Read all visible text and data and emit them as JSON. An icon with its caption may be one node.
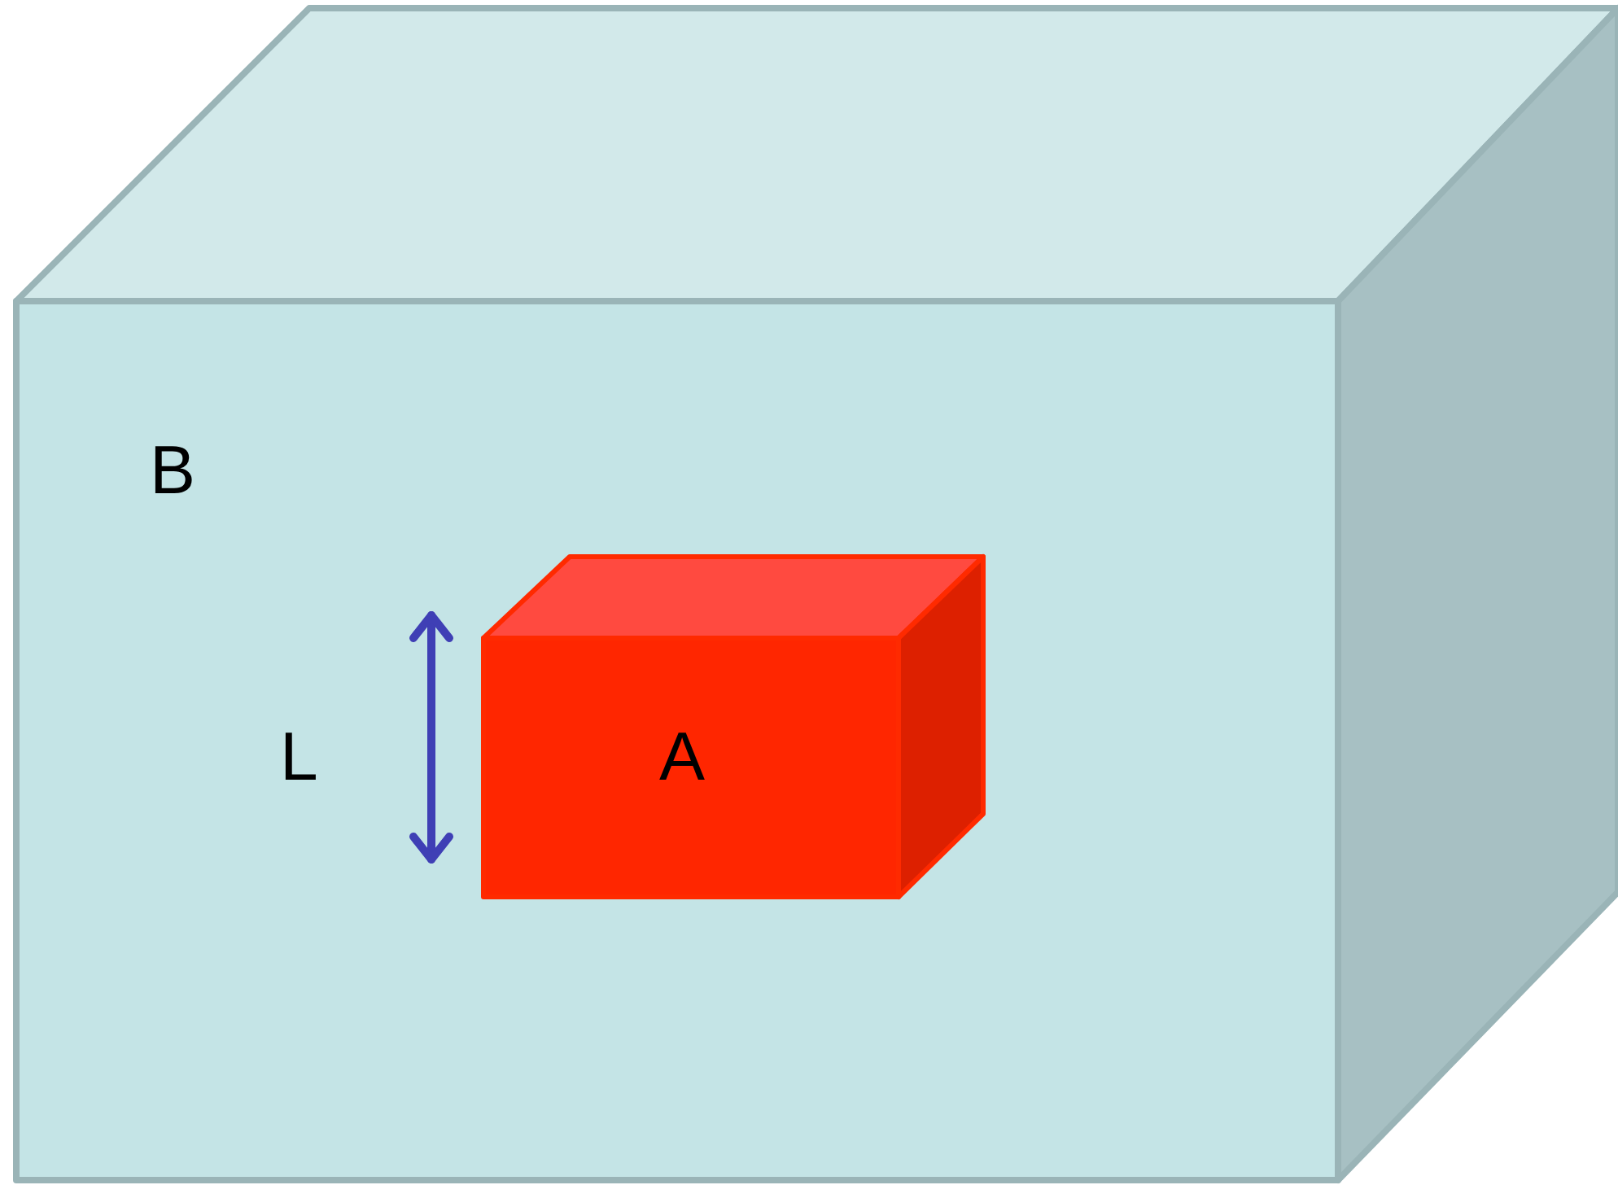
{
  "diagram": {
    "nodes": [
      {
        "text": [
          "B"
        ]
      },
      {
        "text": [
          "A"
        ],
        "in": 0
      }
    ],
    "labels": [
      "L"
    ]
  }
}
